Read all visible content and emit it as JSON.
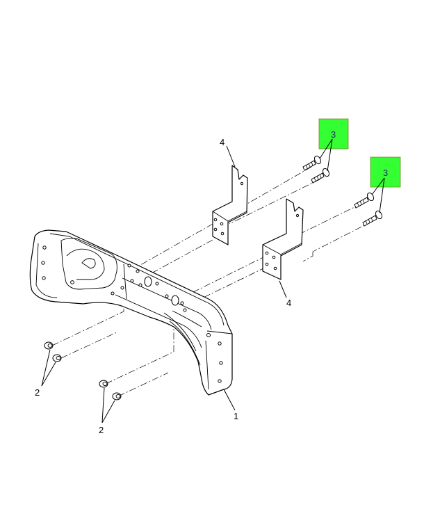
{
  "diagram": {
    "highlight_color": "#33ff33",
    "callouts": {
      "frame": "1",
      "nut_left": "2",
      "nut_bottom": "2",
      "bolt_pair_a": "3",
      "bolt_pair_b": "3",
      "bracket_top": "4",
      "bracket_right": "4"
    }
  }
}
